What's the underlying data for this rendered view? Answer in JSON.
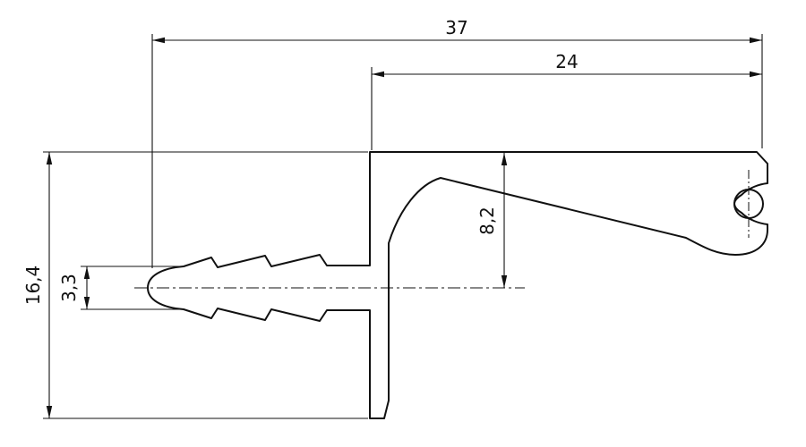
{
  "drawing": {
    "dimensions": {
      "total_width": "37",
      "right_flange_width": "24",
      "total_height": "16,4",
      "leg_tip_height": "3,3",
      "flange_drop": "8,2"
    },
    "colors": {
      "stroke": "#111111",
      "background": "#ffffff"
    }
  }
}
